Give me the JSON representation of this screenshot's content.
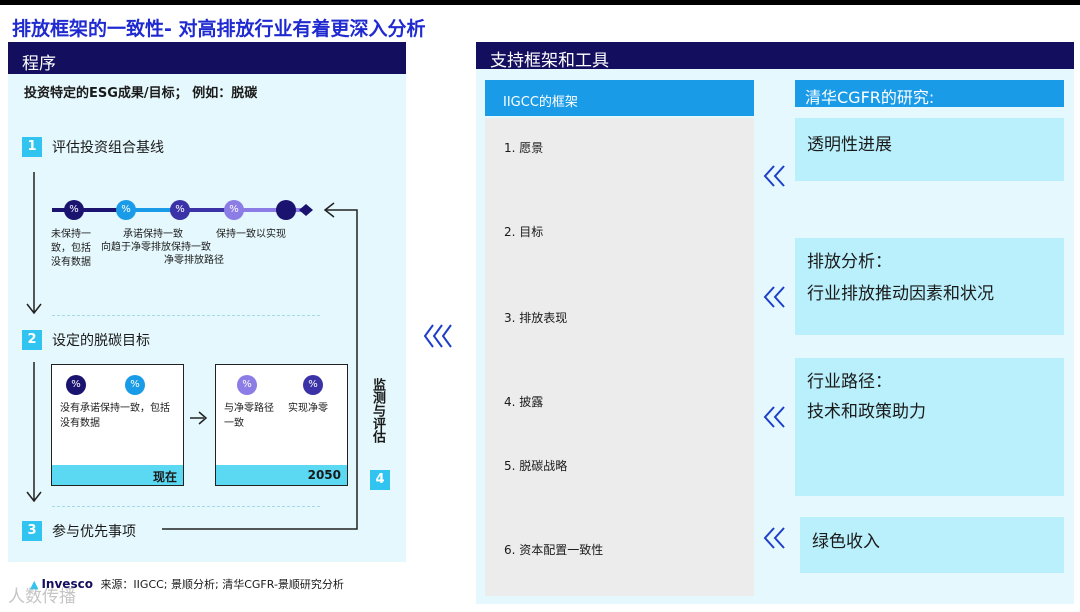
{
  "title": "排放框架的一致性- 对高排放行业有着更深入分析",
  "left_panel": {
    "header": "程序",
    "subtitle": "投资特定的ESG成果/目标； 例如：脱碳",
    "steps": [
      {
        "num": "1",
        "label": "评估投资组合基线"
      },
      {
        "num": "2",
        "label": "设定的脱碳目标"
      },
      {
        "num": "3",
        "label": "参与优先事项"
      },
      {
        "num": "4",
        "label": "监测与评估"
      }
    ],
    "timeline": {
      "dot_symbol": "%",
      "labels": [
        "未保持一致，包括没有数据",
        "承诺保持一致",
        "向趋于净零排放保持一致",
        "净零排放路径",
        "保持一致以实现"
      ],
      "colors": [
        "#1a1370",
        "#1a9be8",
        "#3c32a8",
        "#8c7ce6",
        "#1a1370"
      ]
    },
    "box_now": {
      "label": "现在",
      "text": "没有承诺保持一致，包括没有数据"
    },
    "box_2050": {
      "label": "2050",
      "text_a": "与净零路径一致",
      "text_b": "实现净零"
    }
  },
  "right_panel": {
    "header": "支持框架和工具",
    "iigcc": {
      "header": "IIGCC的框架",
      "items": [
        "1. 愿景",
        "2. 目标",
        "3. 排放表现",
        "4. 披露",
        "5. 脱碳战略",
        "6. 资本配置一致性"
      ]
    },
    "cgfr": {
      "header": "清华CGFR的研究:",
      "boxes": [
        {
          "line1": "透明性进展",
          "line2": ""
        },
        {
          "line1": "排放分析：",
          "line2": "行业排放推动因素和状况"
        },
        {
          "line1": "行业路径：",
          "line2": "技术和政策助力"
        },
        {
          "line1": "绿色收入",
          "line2": ""
        }
      ]
    }
  },
  "footer": {
    "logo": "Invesco",
    "source": "来源：IIGCC; 景顺分析; 清华CGFR-景顺研究分析"
  },
  "watermark": "人数传播",
  "colors": {
    "navy": "#130f5e",
    "title_blue": "#1f2bd0",
    "accent_blue": "#1a9be8",
    "cyan": "#31c4f0",
    "panel_bg": "#e5f8fd",
    "box_cyan": "#baf0fb"
  }
}
